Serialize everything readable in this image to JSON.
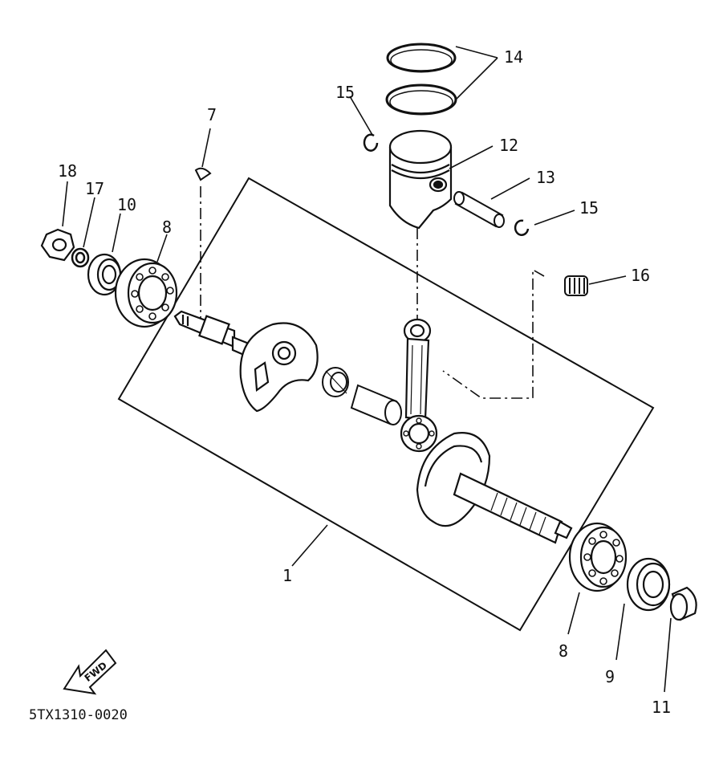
{
  "diagram": {
    "callouts": [
      {
        "id": "1",
        "label": "1"
      },
      {
        "id": "7",
        "label": "7"
      },
      {
        "id": "8a",
        "label": "8"
      },
      {
        "id": "8b",
        "label": "8"
      },
      {
        "id": "9",
        "label": "9"
      },
      {
        "id": "10",
        "label": "10"
      },
      {
        "id": "11",
        "label": "11"
      },
      {
        "id": "12",
        "label": "12"
      },
      {
        "id": "13",
        "label": "13"
      },
      {
        "id": "14",
        "label": "14"
      },
      {
        "id": "15a",
        "label": "15"
      },
      {
        "id": "15b",
        "label": "15"
      },
      {
        "id": "16",
        "label": "16"
      },
      {
        "id": "17",
        "label": "17"
      },
      {
        "id": "18",
        "label": "18"
      }
    ],
    "fwd_label": "FWD",
    "diagram_code": "5TX1310-0020",
    "line_color": "#111111",
    "background": "#ffffff"
  }
}
